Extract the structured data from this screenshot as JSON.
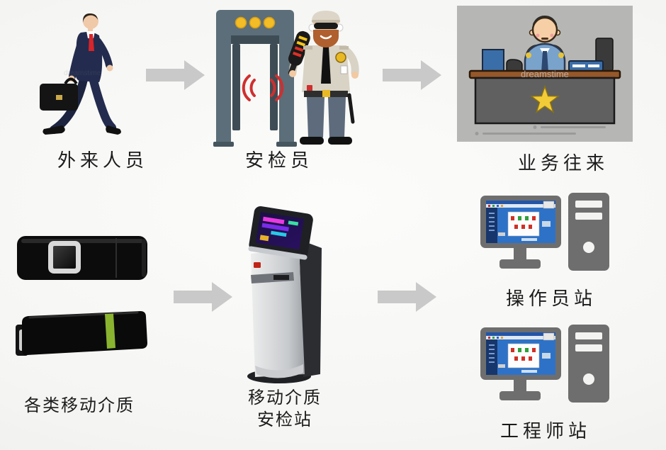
{
  "colors": {
    "arrow": "#c9c9c9",
    "label": "#1c1c1c",
    "device_grey": "#6e6e6e",
    "screen_blue": "#2e72c8",
    "gate_slate": "#5b6e79",
    "gate_dark": "#3e4d55",
    "bulb_yellow": "#f3bd27",
    "signal_red": "#cf2f2f",
    "scene_grey": "#b6b6b4",
    "star_yellow": "#f2cb38",
    "usb_green": "#8ab330",
    "suit_navy": "#232c4e",
    "tie_red": "#d8242a",
    "kiosk_red": "#c02418"
  },
  "watermark": "dreamstime",
  "top_row": {
    "visitor": {
      "label": "外来人员",
      "illustration": "businessman-with-briefcase"
    },
    "inspector": {
      "label": "安检员",
      "illustration": "security-gate-and-guard"
    },
    "business": {
      "label": "业务往来",
      "illustration": "officer-at-desk"
    }
  },
  "bottom_row": {
    "media": {
      "label": "各类移动介质",
      "illustration": "two-usb-flash-drives"
    },
    "kiosk": {
      "label_line1": "移动介质",
      "label_line2": "安检站",
      "illustration": "security-check-kiosk"
    },
    "operator": {
      "label": "操作员站",
      "illustration": "workstation-computer"
    },
    "engineer": {
      "label": "工程师站",
      "illustration": "workstation-computer"
    }
  }
}
